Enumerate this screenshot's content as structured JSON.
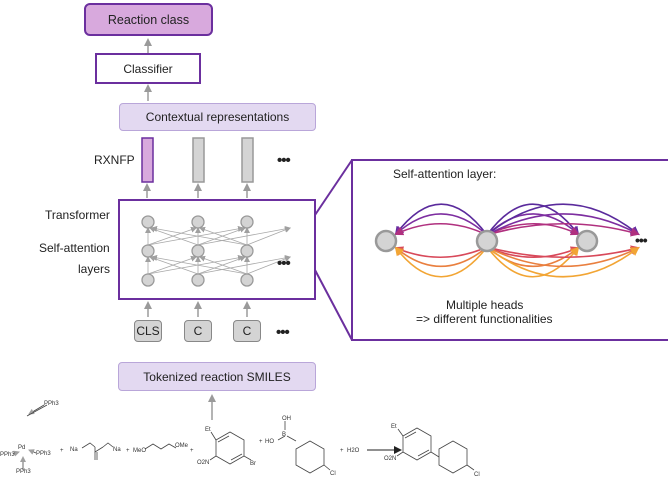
{
  "pipeline": {
    "reaction_class": "Reaction class",
    "classifier": "Classifier",
    "contextual_representations": "Contextual representations",
    "rxnfp_label": "RXNFP",
    "transformer_label": "Transformer",
    "self_attention_label_1": "Self-attention",
    "self_attention_label_2": "layers",
    "tokens": [
      "CLS",
      "C",
      "C"
    ],
    "ellipsis": "•••",
    "tokenized_smiles": "Tokenized reaction SMILES"
  },
  "detail_panel": {
    "title": "Self-attention layer:",
    "caption_line1": "Multiple heads",
    "caption_line2": "=> different functionalities",
    "ellipsis": "•••"
  },
  "reaction": {
    "catalyst_center": "Pd",
    "ligand": "PPh3",
    "base": "Na2CO3",
    "solvent": "MeOCH2CH2OMe",
    "aryl_halide_substituents": [
      "Et",
      "O2N",
      "Br"
    ],
    "boronic_acid_substituents": [
      "OH",
      "HO",
      "B",
      "Cl"
    ],
    "water": "H2O",
    "product_substituents": [
      "Et",
      "O2N",
      "Cl"
    ],
    "plus": "+"
  },
  "colors": {
    "purple_dark": "#6b2f9e",
    "purple_fill": "#d8a9dd",
    "lavender_fill": "#e3d9f1",
    "lavender_border": "#b9a6d9",
    "gray_node": "#d4d4d4",
    "gray_border": "#999999",
    "attention_heads": [
      "#5a2a9c",
      "#7d2ea0",
      "#b0307f",
      "#d8495a",
      "#e97f3f",
      "#f2a534"
    ]
  }
}
